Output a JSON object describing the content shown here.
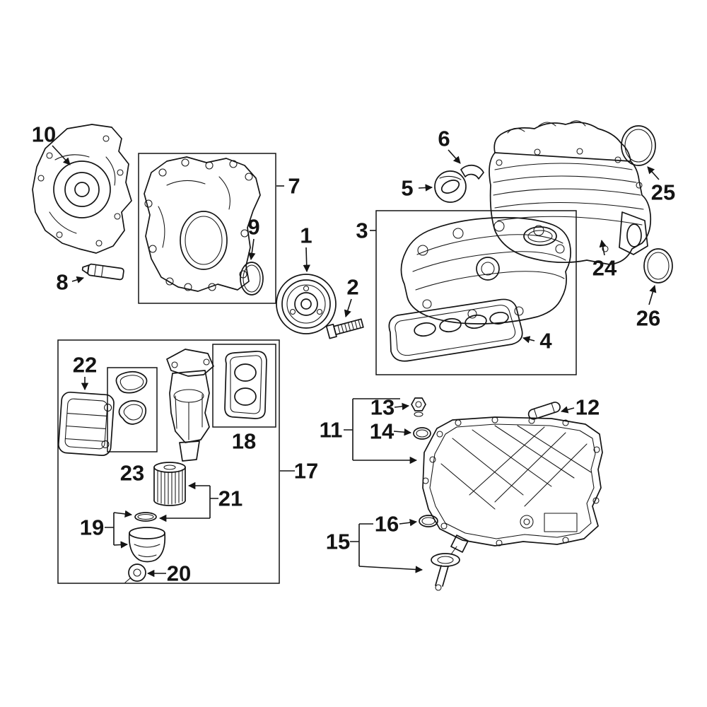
{
  "diagram": {
    "type": "exploded-parts-diagram",
    "background_color": "#ffffff",
    "line_color": "#141414",
    "callouts": {
      "c1": "1",
      "c2": "2",
      "c3": "3",
      "c4": "4",
      "c5": "5",
      "c6": "6",
      "c7": "7",
      "c8": "8",
      "c9": "9",
      "c10": "10",
      "c11": "11",
      "c12": "12",
      "c13": "13",
      "c14": "14",
      "c15": "15",
      "c16": "16",
      "c17": "17",
      "c18": "18",
      "c19": "19",
      "c20": "20",
      "c21": "21",
      "c22": "22",
      "c23": "23",
      "c24": "24",
      "c25": "25",
      "c26": "26"
    }
  }
}
